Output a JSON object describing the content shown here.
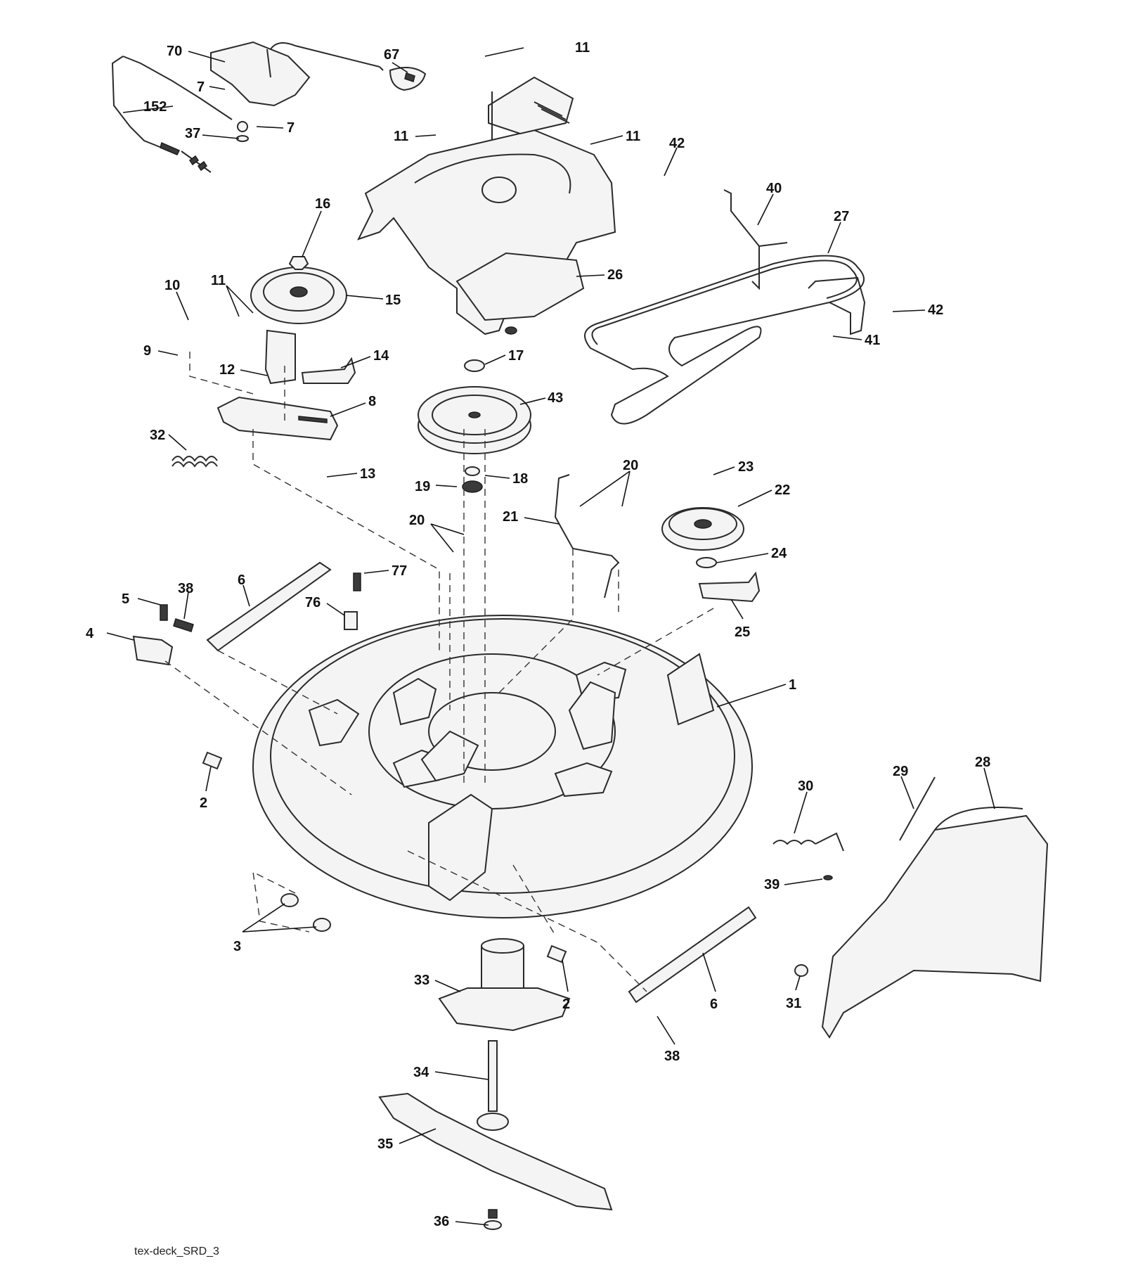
{
  "diagram": {
    "caption": "tex-deck_SRD_3",
    "callouts": [
      {
        "label": "70",
        "name": "callout-70"
      },
      {
        "label": "67",
        "name": "callout-67"
      },
      {
        "label": "11",
        "name": "callout-11-a"
      },
      {
        "label": "7",
        "name": "callout-7-a"
      },
      {
        "label": "152",
        "name": "callout-152"
      },
      {
        "label": "37",
        "name": "callout-37"
      },
      {
        "label": "7",
        "name": "callout-7-b"
      },
      {
        "label": "11",
        "name": "callout-11-b"
      },
      {
        "label": "11",
        "name": "callout-11-c"
      },
      {
        "label": "42",
        "name": "callout-42-a"
      },
      {
        "label": "40",
        "name": "callout-40"
      },
      {
        "label": "27",
        "name": "callout-27"
      },
      {
        "label": "16",
        "name": "callout-16"
      },
      {
        "label": "26",
        "name": "callout-26"
      },
      {
        "label": "42",
        "name": "callout-42-b"
      },
      {
        "label": "10",
        "name": "callout-10"
      },
      {
        "label": "11",
        "name": "callout-11-d"
      },
      {
        "label": "15",
        "name": "callout-15"
      },
      {
        "label": "41",
        "name": "callout-41"
      },
      {
        "label": "9",
        "name": "callout-9"
      },
      {
        "label": "14",
        "name": "callout-14"
      },
      {
        "label": "17",
        "name": "callout-17"
      },
      {
        "label": "12",
        "name": "callout-12"
      },
      {
        "label": "8",
        "name": "callout-8"
      },
      {
        "label": "43",
        "name": "callout-43"
      },
      {
        "label": "32",
        "name": "callout-32"
      },
      {
        "label": "13",
        "name": "callout-13"
      },
      {
        "label": "20",
        "name": "callout-20-a"
      },
      {
        "label": "23",
        "name": "callout-23"
      },
      {
        "label": "18",
        "name": "callout-18"
      },
      {
        "label": "19",
        "name": "callout-19"
      },
      {
        "label": "22",
        "name": "callout-22"
      },
      {
        "label": "21",
        "name": "callout-21"
      },
      {
        "label": "20",
        "name": "callout-20-b"
      },
      {
        "label": "24",
        "name": "callout-24"
      },
      {
        "label": "77",
        "name": "callout-77"
      },
      {
        "label": "38",
        "name": "callout-38-a"
      },
      {
        "label": "6",
        "name": "callout-6-a"
      },
      {
        "label": "5",
        "name": "callout-5"
      },
      {
        "label": "76",
        "name": "callout-76"
      },
      {
        "label": "25",
        "name": "callout-25"
      },
      {
        "label": "4",
        "name": "callout-4"
      },
      {
        "label": "1",
        "name": "callout-1"
      },
      {
        "label": "28",
        "name": "callout-28"
      },
      {
        "label": "29",
        "name": "callout-29"
      },
      {
        "label": "30",
        "name": "callout-30"
      },
      {
        "label": "2",
        "name": "callout-2-a"
      },
      {
        "label": "39",
        "name": "callout-39"
      },
      {
        "label": "3",
        "name": "callout-3"
      },
      {
        "label": "33",
        "name": "callout-33"
      },
      {
        "label": "2",
        "name": "callout-2-b"
      },
      {
        "label": "6",
        "name": "callout-6-b"
      },
      {
        "label": "31",
        "name": "callout-31"
      },
      {
        "label": "38",
        "name": "callout-38-b"
      },
      {
        "label": "34",
        "name": "callout-34"
      },
      {
        "label": "35",
        "name": "callout-35"
      },
      {
        "label": "36",
        "name": "callout-36"
      }
    ]
  }
}
